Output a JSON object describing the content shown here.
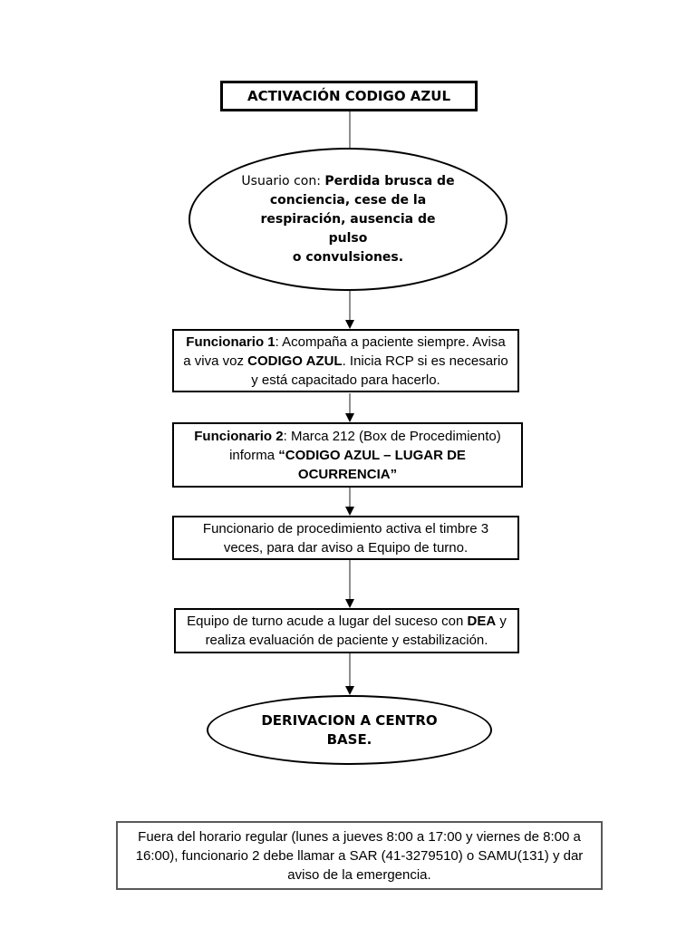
{
  "colors": {
    "background": "#ffffff",
    "text": "#000000",
    "node_border": "#000000",
    "footer_border": "#595959",
    "connector": "#8f8f8f",
    "arrowhead": "#000000"
  },
  "flowchart": {
    "title_box": {
      "segments": [
        {
          "text": "ACTIVACIÓN CODIGO AZUL",
          "bold": true
        }
      ]
    },
    "start_ellipse": {
      "segments": [
        {
          "text": "Usuario con: ",
          "bold": false
        },
        {
          "text": "Perdida brusca de\nconciencia, cese de la\nrespiración, ausencia de pulso\no convulsiones.",
          "bold": true
        }
      ]
    },
    "funcionario1_box": {
      "segments": [
        {
          "text": "Funcionario 1",
          "bold": true
        },
        {
          "text": ": Acompaña a paciente siempre. Avisa\na viva voz ",
          "bold": false
        },
        {
          "text": "CODIGO AZUL",
          "bold": true
        },
        {
          "text": ". Inicia RCP si es necesario\ny está capacitado para hacerlo.",
          "bold": false
        }
      ]
    },
    "funcionario2_box": {
      "segments": [
        {
          "text": "Funcionario 2",
          "bold": true
        },
        {
          "text": ": Marca 212 (Box de Procedimiento)\ninforma ",
          "bold": false
        },
        {
          "text": "“CODIGO AZUL – LUGAR DE\nOCURRENCIA”",
          "bold": true
        }
      ]
    },
    "timbre_box": {
      "segments": [
        {
          "text": "Funcionario de procedimiento activa el timbre 3\nveces, para dar aviso a Equipo de turno.",
          "bold": false
        }
      ]
    },
    "equipo_box": {
      "segments": [
        {
          "text": "Equipo de turno acude a lugar del suceso con ",
          "bold": false
        },
        {
          "text": "DEA",
          "bold": true
        },
        {
          "text": " y\nrealiza evaluación de paciente y estabilización.",
          "bold": false
        }
      ]
    },
    "end_ellipse": {
      "segments": [
        {
          "text": "DERIVACION A CENTRO\nBASE.",
          "bold": true
        }
      ]
    },
    "footer_box": {
      "segments": [
        {
          "text": "Fuera del horario regular (lunes a jueves 8:00 a 17:00 y viernes de 8:00 a\n16:00), funcionario 2 debe llamar a SAR (41-3279510) o SAMU(131) y dar\naviso de la emergencia.",
          "bold": false
        }
      ]
    }
  }
}
